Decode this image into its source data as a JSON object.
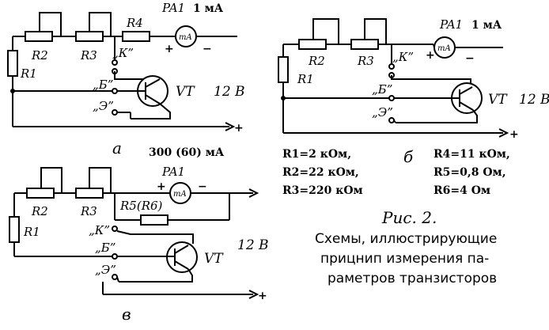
{
  "circuit_a": {
    "meter": "PA1",
    "meter_range": "1 мА",
    "meter_unit": "mA",
    "r1": "R1",
    "r2": "R2",
    "r3": "R3",
    "r4": "R4",
    "k": "„К”",
    "b": "„Б”",
    "e": "„Э”",
    "vt": "VT",
    "voltage": "12 В",
    "plus": "+",
    "minus": "−",
    "plus_meter": "+",
    "caption": "а"
  },
  "circuit_b": {
    "meter": "PA1",
    "meter_range": "1 мА",
    "meter_unit": "mA",
    "r1": "R1",
    "r2": "R2",
    "r3": "R3",
    "k": "„К”",
    "b": "„Б”",
    "e": "„Э”",
    "vt": "VT",
    "voltage": "12 В",
    "plus": "+",
    "minus": "−",
    "plus_meter": "+",
    "caption": "б"
  },
  "circuit_c": {
    "meter": "PA1",
    "meter_range": "300 (60) мА",
    "meter_unit": "mA",
    "r1": "R1",
    "r2": "R2",
    "r3": "R3",
    "r5": "R5(R6)",
    "k": "„К”",
    "b": "„Б”",
    "e": "„Э”",
    "vt": "VT",
    "voltage": "12 В",
    "plus": "+",
    "minus": "−",
    "plus_meter": "+",
    "caption": "в"
  },
  "values": {
    "left": [
      "R1=2 кОм,",
      "R2=22 кОм,",
      "R3=220 кОм"
    ],
    "right": [
      "R4=11 кОм,",
      "R5=0,8 Ом,",
      "R6=4 Ом"
    ]
  },
  "figure": {
    "title": "Рис. 2.",
    "lines": [
      "Схемы, иллюстрирующие",
      "прицнип измерения па-",
      "раметров транзисторов"
    ]
  }
}
